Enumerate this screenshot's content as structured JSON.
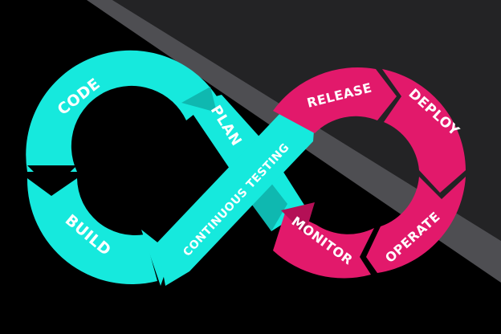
{
  "labels": {
    "code": "CODE",
    "build": "BUILD",
    "plan": "PLAN",
    "continuous_testing": "CONTINUOUS TESTING",
    "release": "RELEASE",
    "deploy": "DEPLOY",
    "operate": "OPERATE",
    "monitor": "MONITOR"
  },
  "colors": {
    "background": "#000000",
    "stripe_dark": "#232325",
    "stripe_light": "#4e4e52",
    "cyan": "#16e9dd",
    "cyan_dark": "#0fb8b0",
    "magenta": "#e2196b",
    "magenta_dark": "#b41056",
    "text": "#ffffff"
  }
}
